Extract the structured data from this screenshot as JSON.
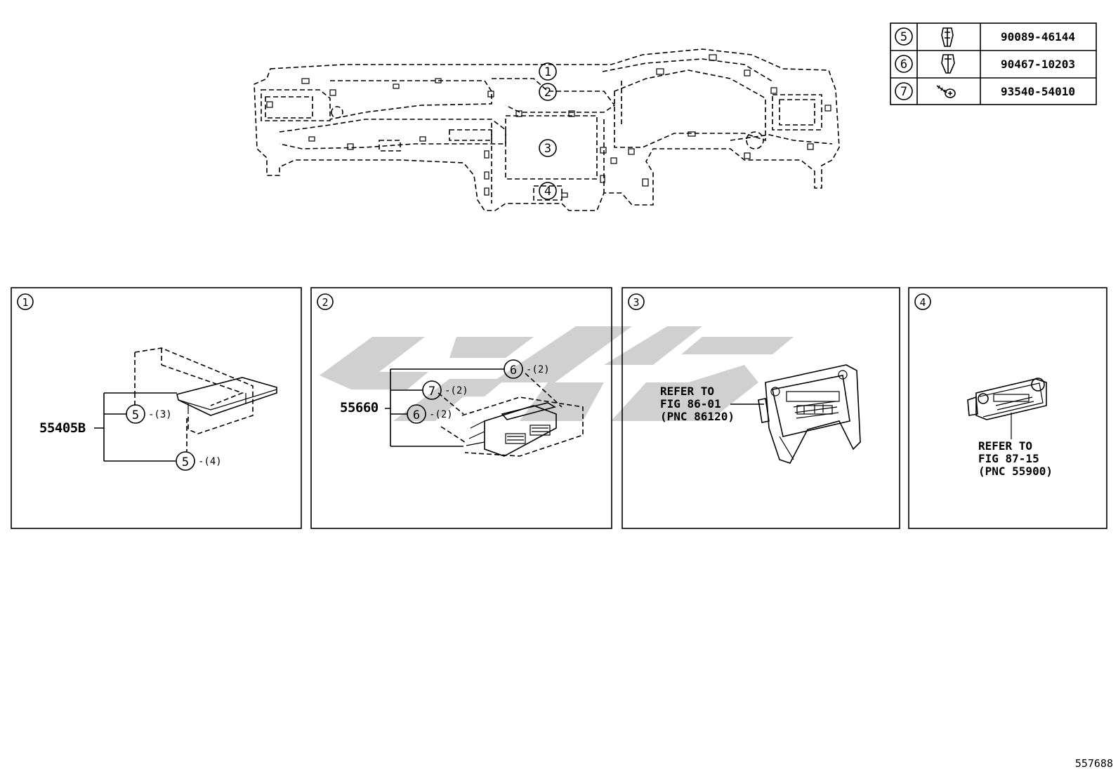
{
  "overview": {
    "callouts": [
      "1",
      "2",
      "3",
      "4"
    ]
  },
  "fastener_table": {
    "rows": [
      {
        "ref": "5",
        "icon": "clip-icon",
        "part_no": "90089-46144"
      },
      {
        "ref": "6",
        "icon": "clip-icon",
        "part_no": "90467-10203"
      },
      {
        "ref": "7",
        "icon": "screw-icon",
        "part_no": "93540-54010"
      }
    ]
  },
  "panels": [
    {
      "id": "1",
      "part_no": "55405B",
      "callouts": [
        {
          "ref": "5",
          "qty": "-(3)"
        },
        {
          "ref": "5",
          "qty": "-(4)"
        }
      ]
    },
    {
      "id": "2",
      "part_no": "55660",
      "callouts": [
        {
          "ref": "6",
          "qty": "-(2)"
        },
        {
          "ref": "7",
          "qty": "-(2)"
        },
        {
          "ref": "6",
          "qty": "-(2)"
        }
      ]
    },
    {
      "id": "3",
      "refer_lines": [
        "REFER TO",
        "FIG 86-01",
        "(PNC 86120)"
      ]
    },
    {
      "id": "4",
      "refer_lines": [
        "REFER TO",
        "FIG 87-15",
        "(PNC 55900)"
      ]
    }
  ],
  "figure_number": "557688",
  "colors": {
    "line": "#000000",
    "watermark": "#c8c8c8"
  }
}
